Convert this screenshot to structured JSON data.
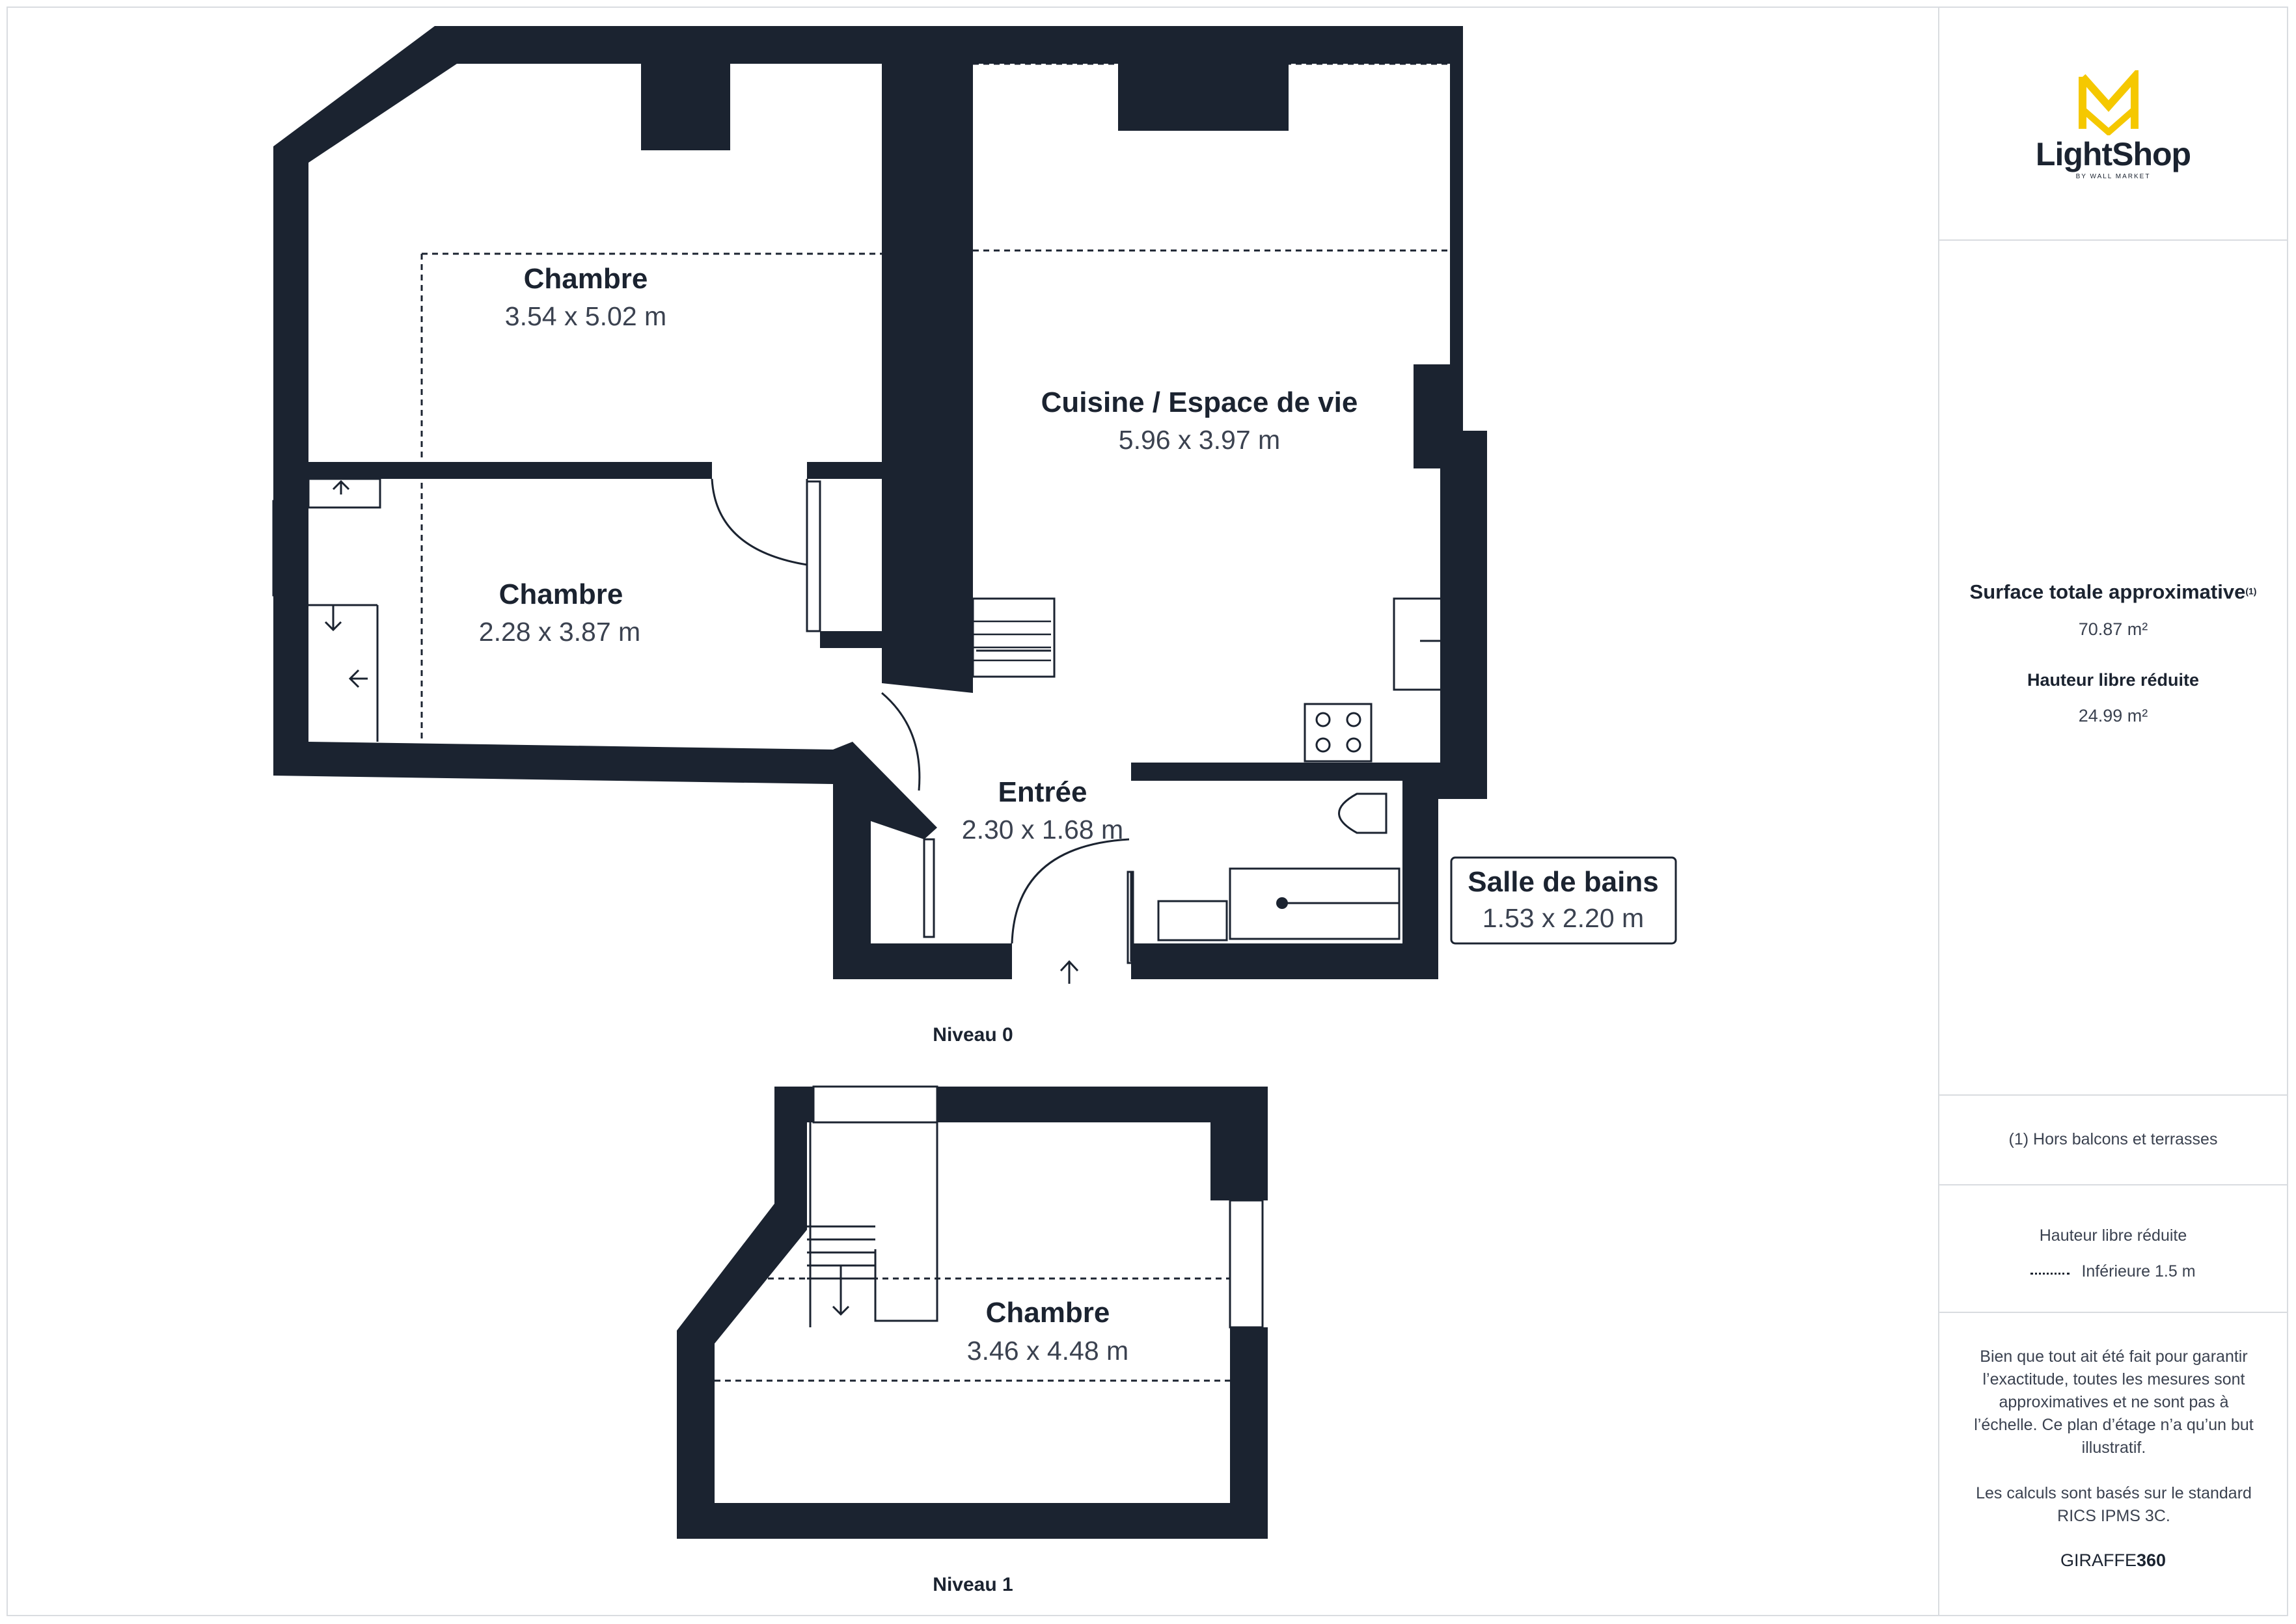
{
  "rooms": {
    "bedroom_top": {
      "name": "Chambre",
      "dims": "3.54 x 5.02 m"
    },
    "bedroom_middle": {
      "name": "Chambre",
      "dims": "2.28 x 3.87 m"
    },
    "kitchen": {
      "name": "Cuisine / Espace de vie",
      "dims": "5.96 x 3.97 m"
    },
    "entrance": {
      "name": "Entrée",
      "dims": "2.30 x 1.68 m"
    },
    "bathroom": {
      "name": "Salle de bains",
      "dims": "1.53 x 2.20 m"
    },
    "bedroom_upper": {
      "name": "Chambre",
      "dims": "3.46 x 4.48 m"
    }
  },
  "levels": {
    "ground": "Niveau 0",
    "first": "Niveau 1"
  },
  "sidebar": {
    "brand_name": "LightShop",
    "brand_sub": "BY WALL MARKET",
    "total_area_label": "Surface totale approximative",
    "total_area_sup": "(1)",
    "total_area_value": "70.87 m²",
    "reduced_height_label": "Hauteur libre réduite",
    "reduced_height_value": "24.99 m²",
    "footnote": "(1) Hors balcons et terrasses",
    "legend_title": "Hauteur libre réduite",
    "legend_item": "Inférieure 1.5 m",
    "disclaimer": "Bien que tout ait été fait pour garantir l’exactitude, toutes les mesures sont approximatives et ne sont pas à l’échelle. Ce plan d’étage n’a qu’un but illustratif.",
    "standard": "Les calculs sont basés sur le standard RICS IPMS 3C.",
    "credit_light": "GIRAFFE",
    "credit_bold": "360"
  },
  "colors": {
    "wall": "#1b2330",
    "logo": "#f5c800",
    "border": "#d9dce0"
  }
}
